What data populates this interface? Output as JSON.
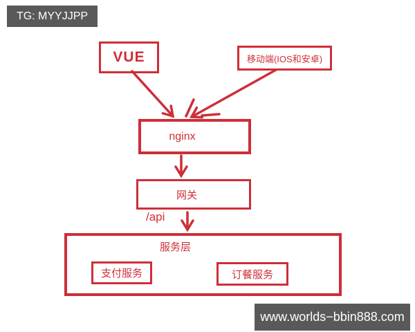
{
  "colors": {
    "accent_red": "#cd2e38",
    "banner_bg": "#595959",
    "banner_text": "#ffffff",
    "background": "#ffffff"
  },
  "watermarks": {
    "top_left": "TG: MYYJJPP",
    "bottom_right": "www.worlds−bbin888.com"
  },
  "diagram": {
    "nodes": {
      "vue": {
        "label": "VUE"
      },
      "mobile": {
        "label": "移动端(IOS和安卓)"
      },
      "nginx": {
        "label": "nginx"
      },
      "gateway": {
        "label": "网关"
      },
      "service_layer": {
        "label": "服务层"
      },
      "payment_service": {
        "label": "支付服务"
      },
      "order_service": {
        "label": "订餐服务"
      }
    },
    "edge_labels": {
      "api": "/api"
    }
  }
}
